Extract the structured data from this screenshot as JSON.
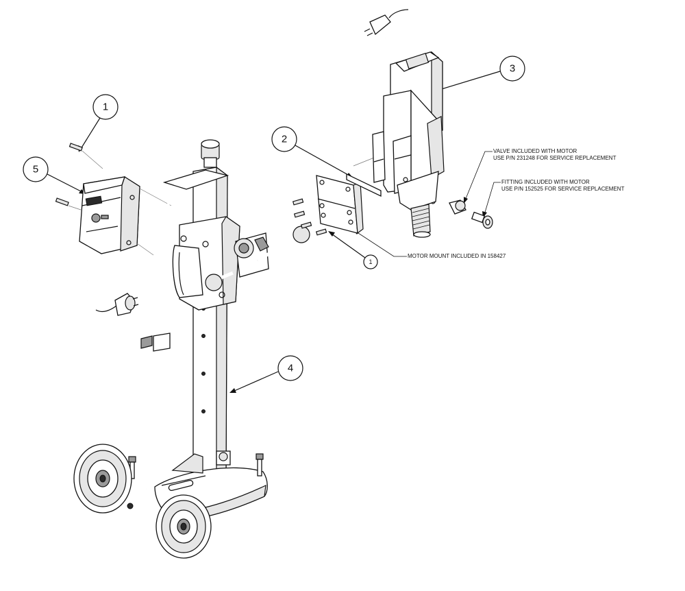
{
  "callouts": [
    {
      "id": "1",
      "label": "1"
    },
    {
      "id": "2",
      "label": "2"
    },
    {
      "id": "3",
      "label": "3"
    },
    {
      "id": "4",
      "label": "4"
    },
    {
      "id": "5",
      "label": "5"
    },
    {
      "id": "1b",
      "label": "1"
    }
  ],
  "notes": {
    "valve_line1": "VALVE INCLUDED WITH MOTOR",
    "valve_line2": "USE P/N 231248 FOR SERVICE REPLACEMENT",
    "fitting_line1": "FITTING INCLUDED WITH MOTOR",
    "fitting_line2": "USE P/N 152525 FOR SERVICE REPLACEMENT",
    "motor_mount": "MOTOR MOUNT INCLUDED IN 158427"
  },
  "colors": {
    "line": "#111111",
    "shade": "#e6e6e6",
    "mid": "#9a9a9a"
  }
}
